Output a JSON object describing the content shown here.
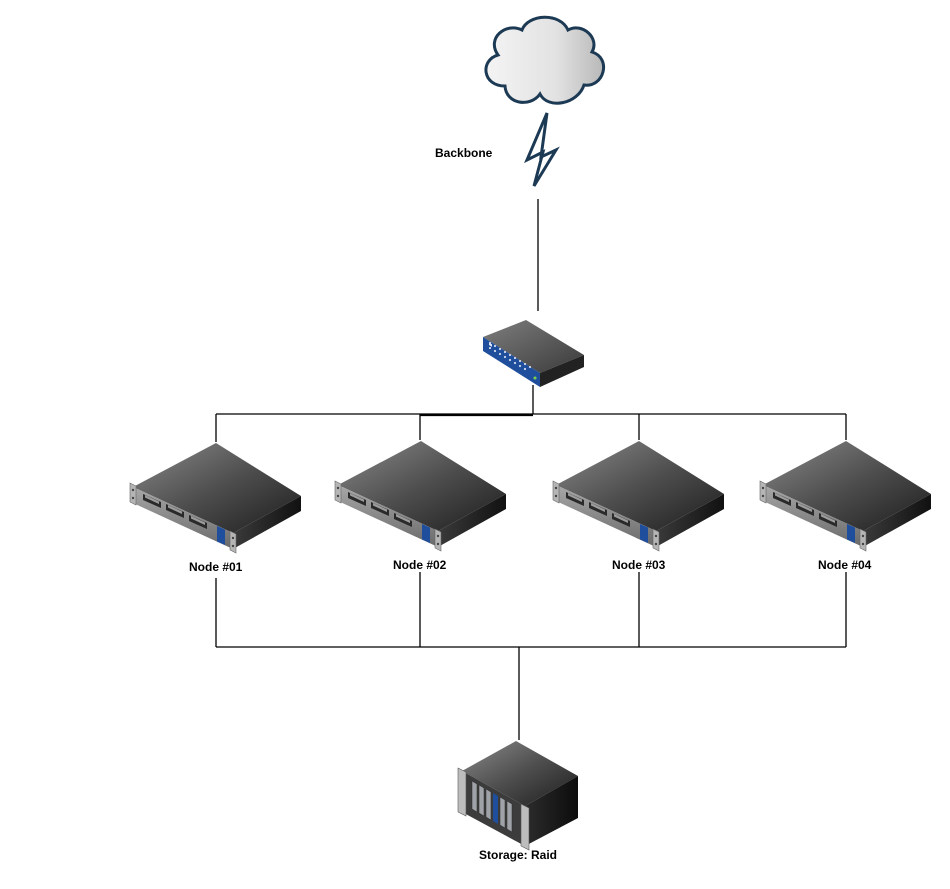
{
  "labels": {
    "backbone": "Backbone",
    "storage": "Storage: Raid"
  },
  "nodes": [
    {
      "label": "Node #01"
    },
    {
      "label": "Node #02"
    },
    {
      "label": "Node #03"
    },
    {
      "label": "Node #04"
    }
  ],
  "icons": {
    "cloud": "cloud-icon",
    "backbone_link": "lightning-bolt-icon",
    "switch": "network-switch-icon",
    "server": "rack-server-icon",
    "storage": "storage-raid-icon"
  },
  "colors": {
    "line": "#000000",
    "accent_blue": "#1f4e9c",
    "server_gray": "#5a5a5a",
    "cloud_fill": "#e6e6e6",
    "cloud_stroke": "#1d3a55"
  }
}
